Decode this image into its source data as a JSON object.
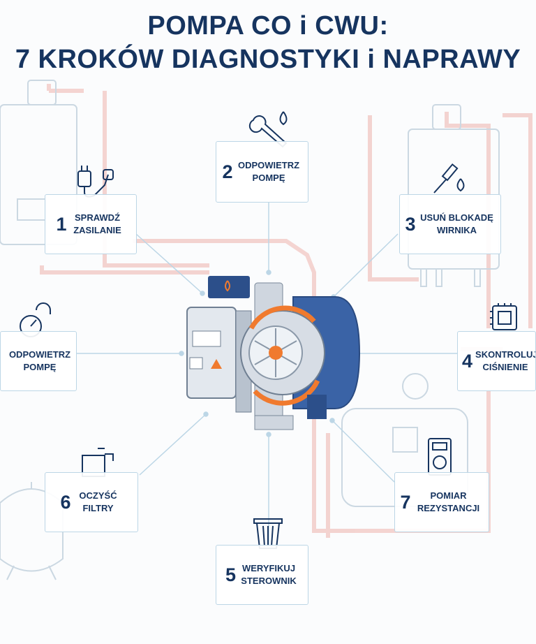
{
  "title": {
    "line1": "POMPA CO i CWU:",
    "line2": "7 KROKÓW DIAGNOSTYKI i NAPRAWY"
  },
  "steps": [
    {
      "id": "1",
      "number": "1",
      "label": "SPRAWDŹ ZASILANIE",
      "icon": "plug-icon"
    },
    {
      "id": "2",
      "number": "2",
      "label": "ODPOWIETRZ POMPĘ",
      "icon": "wrench-drop-icon"
    },
    {
      "id": "3",
      "number": "3",
      "label": "USUŃ BLOKADĘ WIRNIKA",
      "icon": "screwdriver-drop-icon"
    },
    {
      "id": "left",
      "number": "",
      "label": "ODPOWIETRZ POMPĘ",
      "icon": "gauge-padlock-icon"
    },
    {
      "id": "4",
      "number": "4",
      "label": "SKONTROLUJ CIŚNIENIE",
      "icon": "chip-icon"
    },
    {
      "id": "5",
      "number": "5",
      "label": "WERYFIKUJ STEROWNIK",
      "icon": "trash-bin-icon"
    },
    {
      "id": "6",
      "number": "6",
      "label": "OCZYŚĆ FILTRY",
      "icon": "filter-faucet-icon"
    },
    {
      "id": "7",
      "number": "7",
      "label": "POMIAR REZYSTANCJI",
      "icon": "multimeter-icon"
    }
  ],
  "colors": {
    "title": "#16345f",
    "pipe": "#f2c9c6",
    "line": "#bcd6e6",
    "accent": "#f07a2e",
    "pumpBlue": "#3a63a6"
  }
}
